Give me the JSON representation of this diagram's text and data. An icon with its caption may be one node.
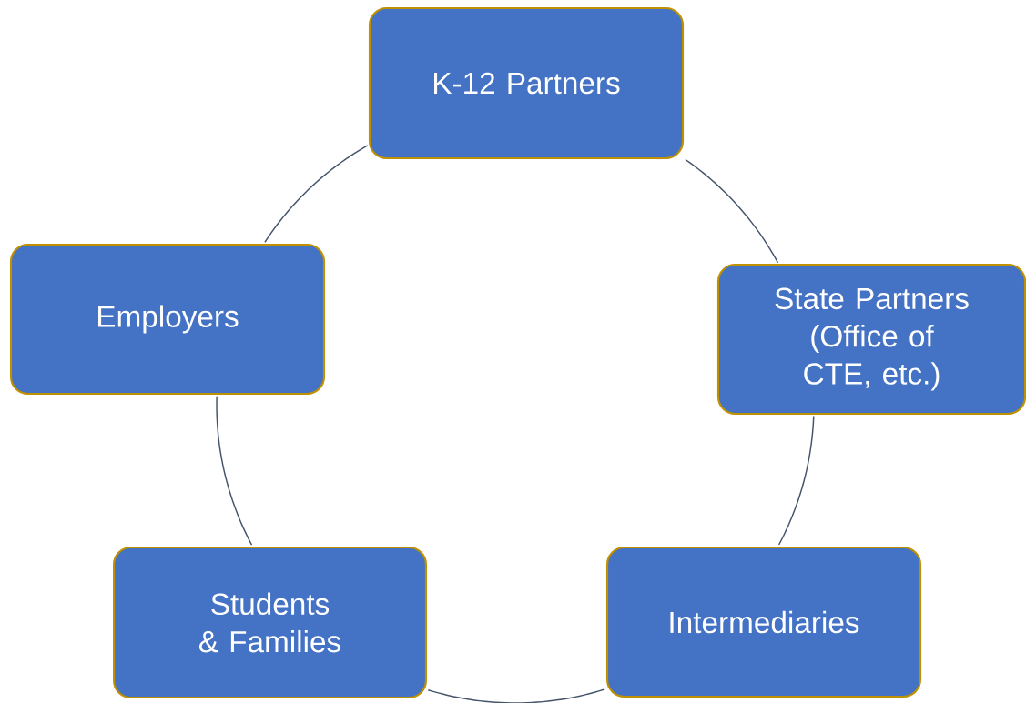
{
  "diagram": {
    "nodes": [
      {
        "text": [
          "K-12 Partners"
        ]
      },
      {
        "text": [
          "Employers"
        ]
      },
      {
        "text": [
          "State Partners (Office of CTE, etc.)"
        ]
      },
      {
        "text": [
          "Students & Families"
        ]
      },
      {
        "text": [
          "Intermediaries"
        ]
      }
    ],
    "edges": [
      {
        "from": 0,
        "to": 2,
        "arrow": "none"
      },
      {
        "from": 2,
        "to": 4,
        "arrow": "none"
      },
      {
        "from": 4,
        "to": 3,
        "arrow": "none"
      },
      {
        "from": 3,
        "to": 1,
        "arrow": "none"
      },
      {
        "from": 1,
        "to": 0,
        "arrow": "none"
      }
    ]
  }
}
